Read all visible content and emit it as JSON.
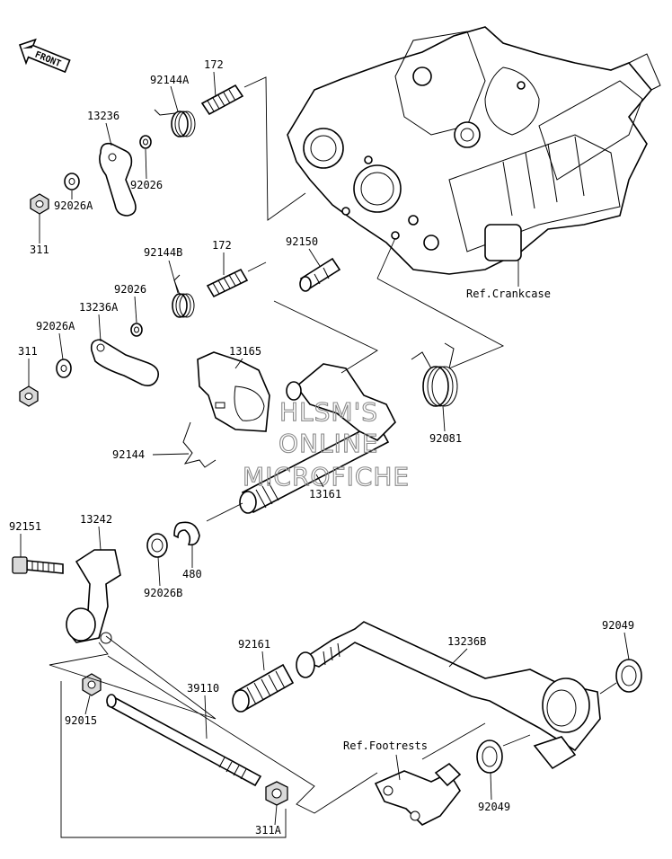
{
  "front_arrow": "FRONT",
  "watermark": [
    "HLSM'S",
    "ONLINE",
    "MICROFICHE"
  ],
  "refs": {
    "crankcase": "Ref.Crankcase",
    "footrests": "Ref.Footrests"
  },
  "parts": {
    "p92144A": "92144A",
    "p172a": "172",
    "p13236": "13236",
    "p92026a": "92026",
    "p311a": "311",
    "p92026A": "92026A",
    "p92144B": "92144B",
    "p172b": "172",
    "p92150": "92150",
    "p92026b": "92026",
    "p13236A": "13236A",
    "p92026A2": "92026A",
    "p311b": "311",
    "p13165": "13165",
    "p92144": "92144",
    "p92081": "92081",
    "p13161": "13161",
    "p92151": "92151",
    "p13242": "13242",
    "p92026B": "92026B",
    "p480": "480",
    "p92049a": "92049",
    "p92161": "92161",
    "p13236B": "13236B",
    "p39110": "39110",
    "p92015": "92015",
    "p92049b": "92049",
    "p311A": "311A"
  }
}
